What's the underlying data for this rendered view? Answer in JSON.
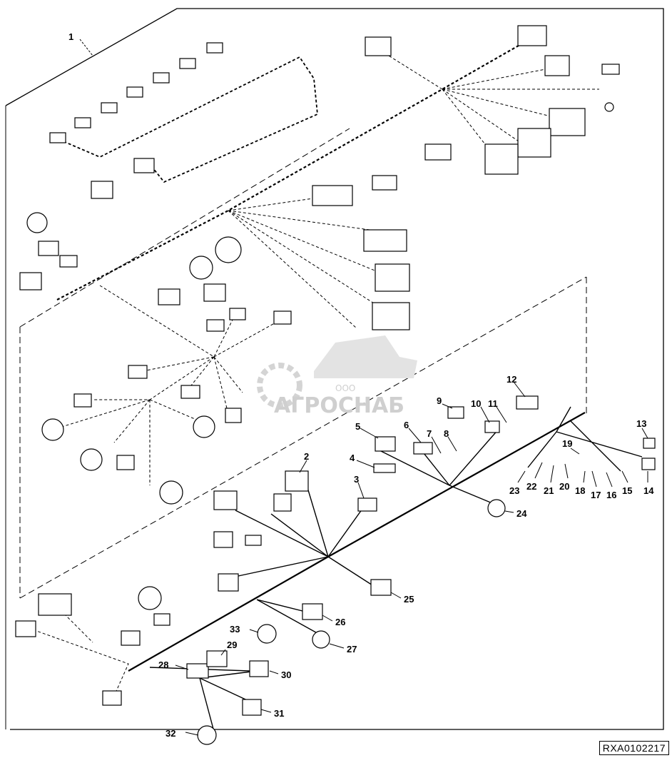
{
  "reference_code": "RXA0102217",
  "watermark": {
    "small_text": "ООО",
    "large_text": "АГРОСНАБ"
  },
  "callouts": [
    "1",
    "2",
    "3",
    "4",
    "5",
    "6",
    "7",
    "8",
    "9",
    "10",
    "11",
    "12",
    "13",
    "14",
    "15",
    "16",
    "17",
    "18",
    "19",
    "20",
    "21",
    "22",
    "23",
    "24",
    "25",
    "26",
    "27",
    "28",
    "29",
    "30",
    "31",
    "32",
    "33"
  ]
}
